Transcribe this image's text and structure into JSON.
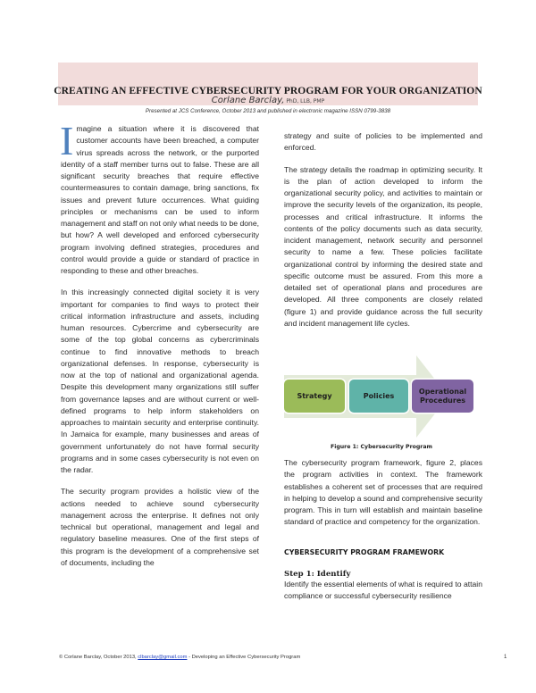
{
  "header": {
    "title": "CREATING AN EFFECTIVE CYBERSECURITY PROGRAM FOR YOUR ORGANIZATION",
    "author": "Corlane Barclay,",
    "credentials": " PhD, LLB, PMP",
    "presented": "Presented at JCS Conference, October 2013 and published in electronic magazine ISSN 0799-3838",
    "band_color": "#f2dcdb"
  },
  "left_column": {
    "drop_cap": "I",
    "drop_cap_color": "#4f81bd",
    "p1_rest": "magine a situation where it is discovered that customer accounts have been breached, a computer virus spreads across the network, or the purported identity of a staff member turns out to false. These are all significant security breaches that require effective countermeasures to contain damage, bring sanctions, fix issues and prevent future occurrences. What guiding principles or mechanisms can be used to inform management and staff on not only what needs to be done, but how? A well developed and enforced cybersecurity program involving defined strategies, procedures and control would provide a guide or standard of practice in responding to these and other breaches.",
    "p2": "In this increasingly connected digital society it is very important for companies to find ways to protect their critical information infrastructure and assets, including human resources. Cybercrime and cybersecurity are some of the top global concerns as cybercriminals continue to find innovative methods to breach organizational defenses. In response, cybersecurity is now at the top of national and organizational agenda. Despite this development many organizations still suffer from governance lapses and are without current or well-defined programs to help inform stakeholders on approaches to maintain security and enterprise continuity. In Jamaica for example, many businesses and areas of government unfortunately do not have formal security programs and in some cases cybersecurity is not even on the radar.",
    "p3": "The security program provides a holistic view of the actions needed to achieve sound cybersecurity management across the enterprise. It defines not only technical but operational, management and legal and regulatory baseline measures. One of the first steps of this program is the development of a comprehensive set of documents, including the"
  },
  "right_column": {
    "p1": "strategy and suite of policies to be implemented and enforced.",
    "p2": "The strategy details the roadmap in optimizing security. It is the plan of action developed to inform the organizational security policy, and activities to maintain or improve the security levels of the organization, its people, processes and critical infrastructure. It informs the contents of the policy documents such as data security, incident management, network security and personnel security to name a few. These policies facilitate organizational control by informing the desired state and specific outcome must be assured. From this more a detailed set of operational plans and procedures are developed. All three components are closely related (figure 1) and provide guidance across the full security and incident management life cycles.",
    "p3": "The cybersecurity program framework, figure 2, places the program activities in context. The framework establishes a coherent set of processes that are required in helping to develop a sound and comprehensive security program. This in turn will establish and maintain baseline standard of practice and competency for the organization."
  },
  "figure1": {
    "boxes": [
      {
        "label": "Strategy",
        "color": "#9bbb59"
      },
      {
        "label": "Policies",
        "color": "#4bacc6"
      },
      {
        "label": "Operational Procedures",
        "color": "#8064a2"
      }
    ],
    "arrow_color": "#e3ead9",
    "caption": "Figure 1: Cybersecurity Program"
  },
  "framework": {
    "heading": "CYBERSECURITY PROGRAM FRAMEWORK",
    "step1_heading": "Step 1: Identify",
    "step1_text": "Identify the essential elements of what is required to attain compliance or successful cybersecurity resilience"
  },
  "footer": {
    "prefix": "© Corlane Barclay, October 2013, ",
    "email": "clbarclay@gmail.com",
    "suffix": " - Developing an Effective Cybersecurity Program",
    "page_number": "1"
  }
}
